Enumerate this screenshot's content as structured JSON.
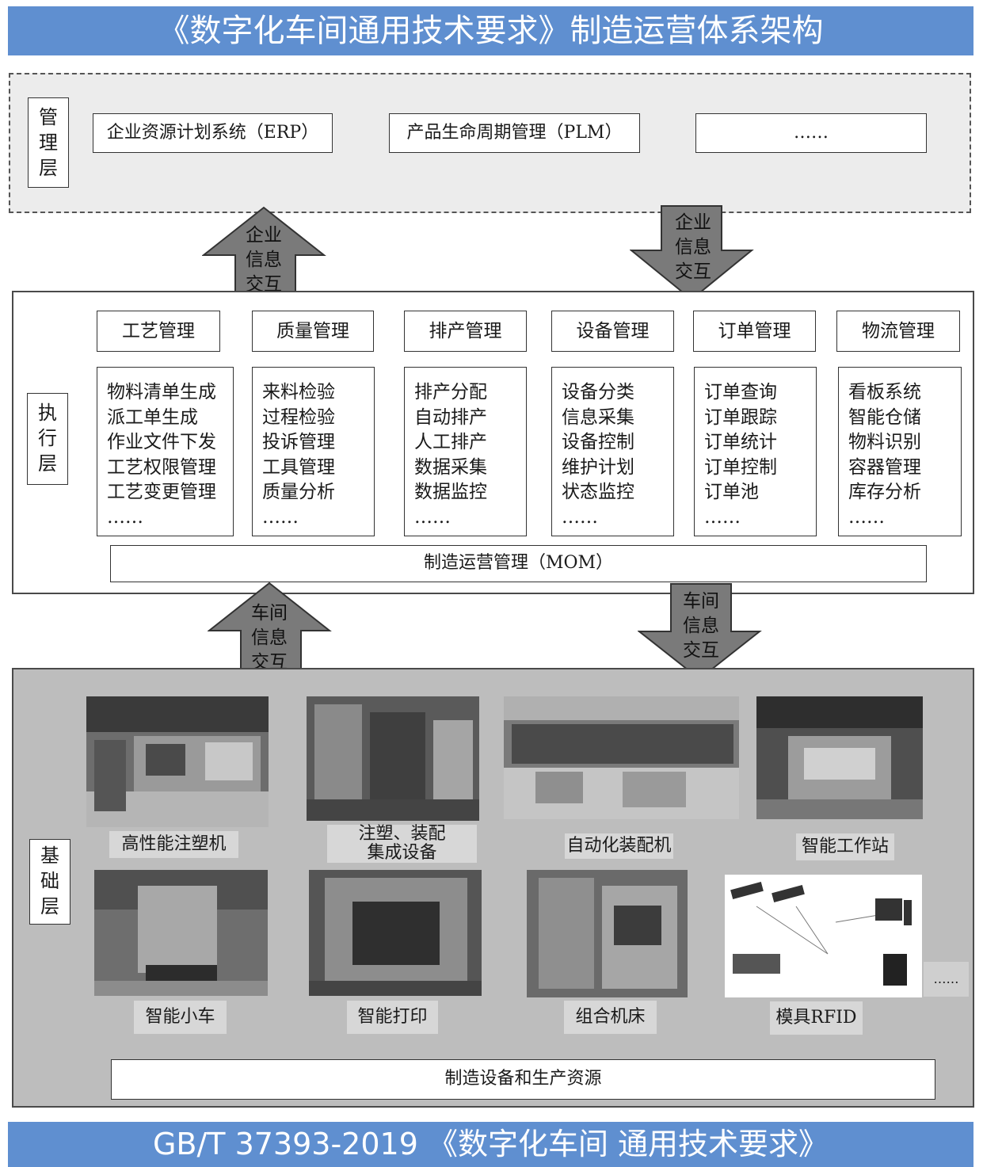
{
  "title": "《数字化车间通用技术要求》制造运营体系架构",
  "footer": "GB/T 37393-2019 《数字化车间 通用技术要求》",
  "management": {
    "label": [
      "管",
      "理",
      "层"
    ],
    "systems": [
      "企业资源计划系统（ERP）",
      "产品生命周期管理（PLM）",
      "……"
    ]
  },
  "arrows": {
    "enterprise_info_up": [
      "企业",
      "信息",
      "交互"
    ],
    "enterprise_info_down": [
      "企业",
      "信息",
      "交互"
    ],
    "workshop_info_up": [
      "车间",
      "信息",
      "交互"
    ],
    "workshop_info_down": [
      "车间",
      "信息",
      "交互"
    ]
  },
  "execution": {
    "label": [
      "执",
      "行",
      "层"
    ],
    "modules": [
      {
        "title": "工艺管理",
        "items": [
          "物料清单生成",
          "派工单生成",
          "作业文件下发",
          "工艺权限管理",
          "工艺变更管理",
          "……"
        ]
      },
      {
        "title": "质量管理",
        "items": [
          "来料检验",
          "过程检验",
          "投诉管理",
          "工具管理",
          "质量分析",
          "……"
        ]
      },
      {
        "title": "排产管理",
        "items": [
          "排产分配",
          "自动排产",
          "人工排产",
          "数据采集",
          "数据监控",
          "……"
        ]
      },
      {
        "title": "设备管理",
        "items": [
          "设备分类",
          "信息采集",
          "设备控制",
          "维护计划",
          "状态监控",
          "……"
        ]
      },
      {
        "title": "订单管理",
        "items": [
          "订单查询",
          "订单跟踪",
          "订单统计",
          "订单控制",
          "订单池",
          "……"
        ]
      },
      {
        "title": "物流管理",
        "items": [
          "看板系统",
          "智能仓储",
          "物料识别",
          "容器管理",
          "库存分析",
          "……"
        ]
      }
    ],
    "mom": "制造运营管理（MOM）"
  },
  "base": {
    "label": [
      "基",
      "础",
      "层"
    ],
    "equipment": [
      "高性能注塑机",
      "注塑、装配集成设备",
      "自动化装配机",
      "智能工作站",
      "智能小车",
      "智能打印",
      "组合机床",
      "模具RFID"
    ],
    "equipment_caption_lines": {
      "injection_assembly": [
        "注塑、装配",
        "集成设备"
      ]
    },
    "more": "……",
    "resources": "制造设备和生产资源"
  },
  "colors": {
    "banner": "#5f8fd0",
    "arrow": "#7a7a7a",
    "base_bg": "#bdbdbd",
    "mgmt_bg": "#ececec"
  }
}
